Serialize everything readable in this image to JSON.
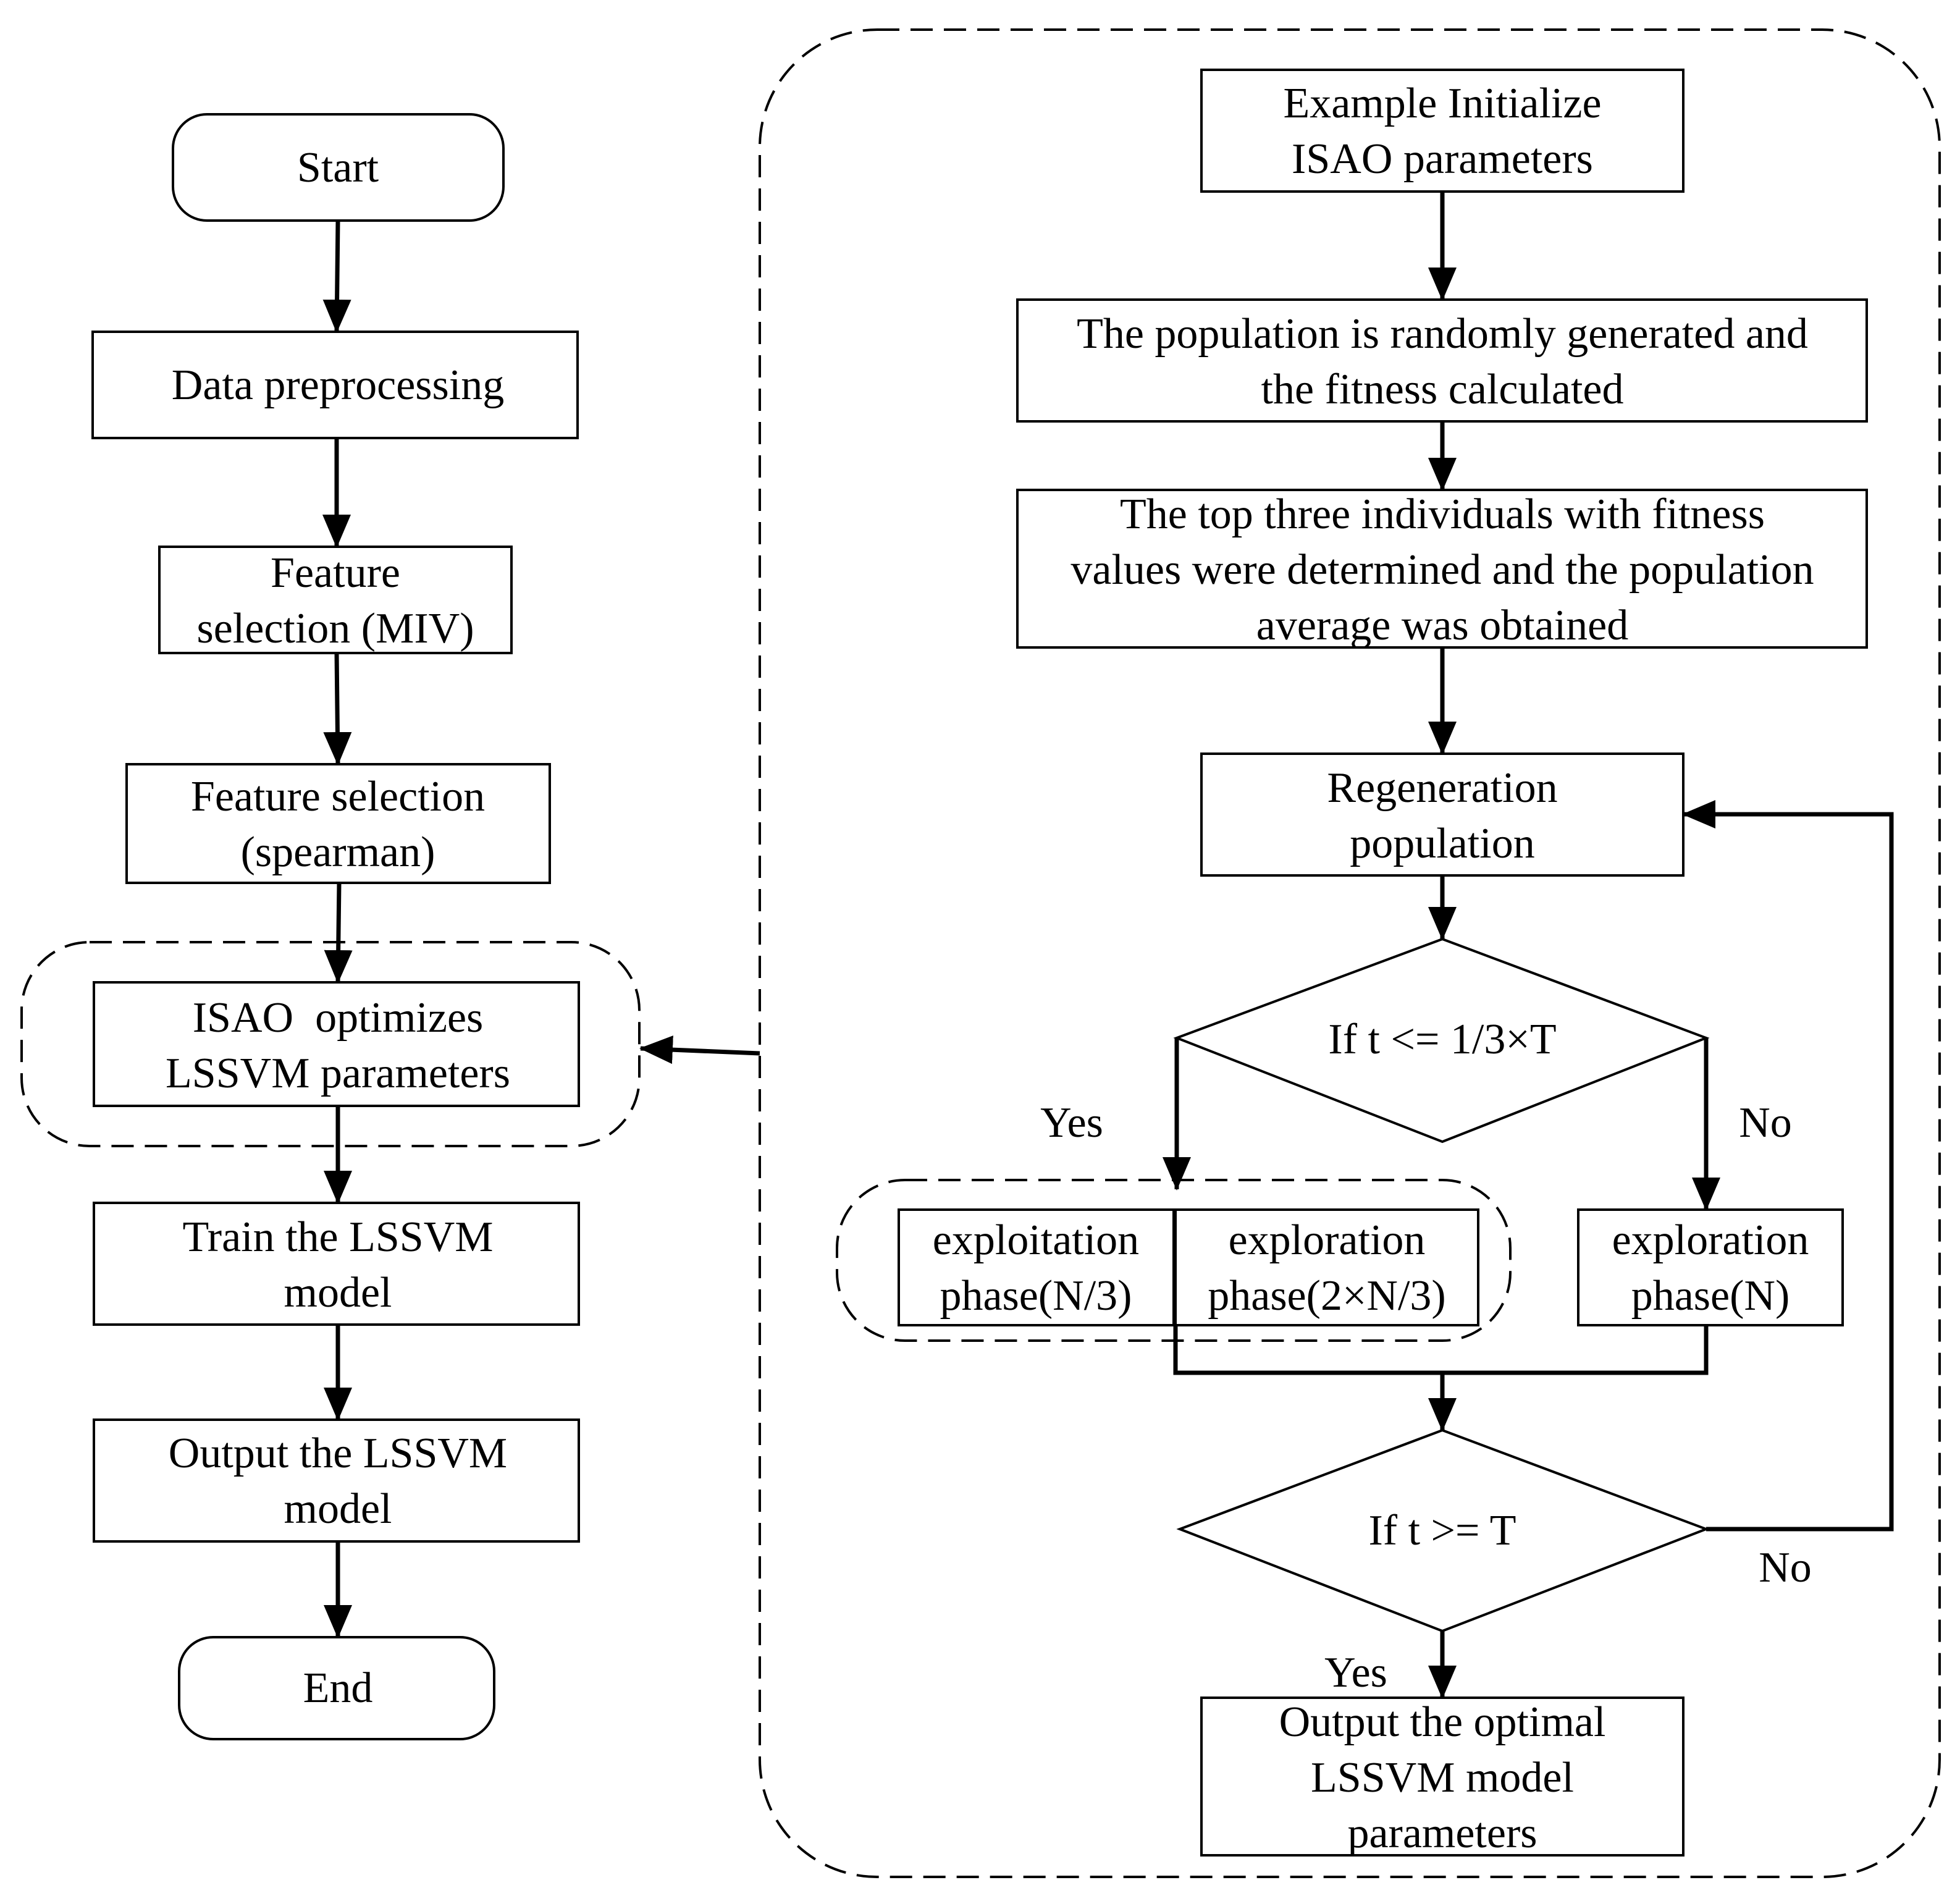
{
  "left_flow": {
    "start": "Start",
    "preprocess": "Data preprocessing",
    "feature_miv": [
      "Feature",
      "selection (MIV)"
    ],
    "feature_spearman": [
      "Feature selection",
      "(spearman)"
    ],
    "isao_opt": [
      "ISAO  optimizes",
      "LSSVM parameters"
    ],
    "train": [
      "Train the LSSVM",
      "model"
    ],
    "output": [
      "Output the LSSVM",
      "model"
    ],
    "end": "End"
  },
  "right_flow": {
    "init": [
      "Example Initialize",
      "ISAO parameters"
    ],
    "population": [
      "The population is randomly generated and",
      "the fitness calculated"
    ],
    "top_three": [
      "The top three individuals with fitness",
      "values were determined and the population",
      "average was obtained"
    ],
    "regeneration": [
      "Regeneration",
      "population"
    ],
    "decision1": "If t <= 1/3×T",
    "yes1": "Yes",
    "no1": "No",
    "exploitation": [
      "exploitation",
      "phase(N/3)"
    ],
    "exploration_mixed": [
      "exploration",
      "phase(2×N/3)"
    ],
    "exploration_full": [
      "exploration",
      "phase(N)"
    ],
    "decision2": "If t >= T",
    "yes2": "Yes",
    "no2": "No",
    "output_optimal": [
      "Output the optimal",
      "LSSVM model",
      "parameters"
    ]
  }
}
